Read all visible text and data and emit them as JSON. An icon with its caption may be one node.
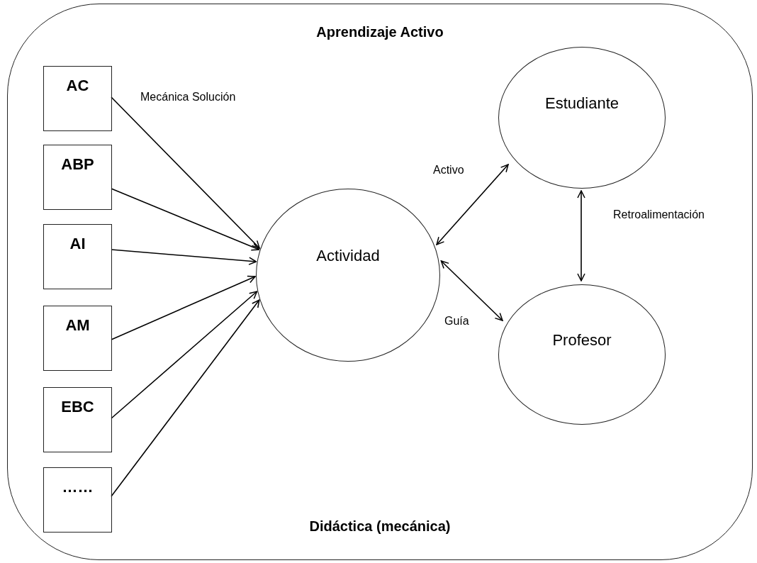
{
  "diagram": {
    "nodes": [
      {
        "text": [
          "Aprendizaje Activo",
          "Didáctica (mecánica)"
        ]
      },
      {
        "text": [
          "AC"
        ],
        "in": 0
      },
      {
        "text": [
          "ABP"
        ],
        "in": 0
      },
      {
        "text": [
          "AI"
        ],
        "in": 0
      },
      {
        "text": [
          "AM"
        ],
        "in": 0
      },
      {
        "text": [
          "EBC"
        ],
        "in": 0
      },
      {
        "text": [
          "……"
        ],
        "in": 0
      },
      {
        "text": [
          "Actividad"
        ],
        "in": 0
      },
      {
        "text": [
          "Estudiante"
        ],
        "in": 0
      },
      {
        "text": [
          "Profesor"
        ],
        "in": 0
      }
    ],
    "edges": [
      {
        "from": 1,
        "to": 7,
        "arrow": "to",
        "label": "Mecánica Solución"
      },
      {
        "from": 2,
        "to": 7,
        "arrow": "to"
      },
      {
        "from": 3,
        "to": 7,
        "arrow": "to"
      },
      {
        "from": 4,
        "to": 7,
        "arrow": "to"
      },
      {
        "from": 5,
        "to": 7,
        "arrow": "to"
      },
      {
        "from": 6,
        "to": 7,
        "arrow": "to"
      },
      {
        "from": 7,
        "to": 8,
        "arrow": "both",
        "label": "Activo"
      },
      {
        "from": 7,
        "to": 9,
        "arrow": "both",
        "label": "Guía"
      },
      {
        "from": 8,
        "to": 9,
        "arrow": "both",
        "label": "Retroalimentación"
      }
    ]
  }
}
